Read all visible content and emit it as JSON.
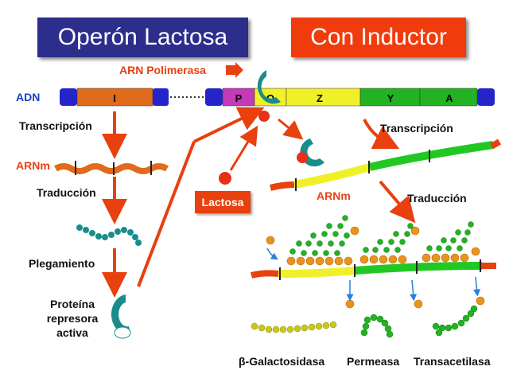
{
  "titles": {
    "left": "Operón Lactosa",
    "right": "Con Inductor"
  },
  "dna": {
    "label": "ADN",
    "polymerase": "ARN Polimerasa",
    "segments": [
      "I",
      "P",
      "O",
      "Z",
      "Y",
      "A"
    ]
  },
  "left_steps": {
    "transcription": "Transcripción",
    "mrna": "ARNm",
    "translation": "Traducción",
    "folding": "Plegamiento",
    "protein_line1": "Proteína",
    "protein_line2": "represora",
    "protein_line3": "activa"
  },
  "inducer": "Lactosa",
  "right_steps": {
    "transcription": "Transcripción",
    "mrna": "ARNm",
    "translation": "Traducción"
  },
  "products": [
    "β-Galactosidasa",
    "Permeasa",
    "Transacetilasa"
  ],
  "colors": {
    "title_left": "#2d2d8c",
    "title_right": "#f03c0c",
    "arrow": "#e8400e",
    "gene_i": "#e06b1c",
    "gene_p": "#c43ab8",
    "gene_o": "#f0f028",
    "gene_z": "#f0f028",
    "gene_y": "#22b222",
    "gene_a": "#22b222",
    "dna_end": "#2424c8",
    "repressor": "#1a8c8c",
    "ribosome_bead": "#e8941c"
  }
}
